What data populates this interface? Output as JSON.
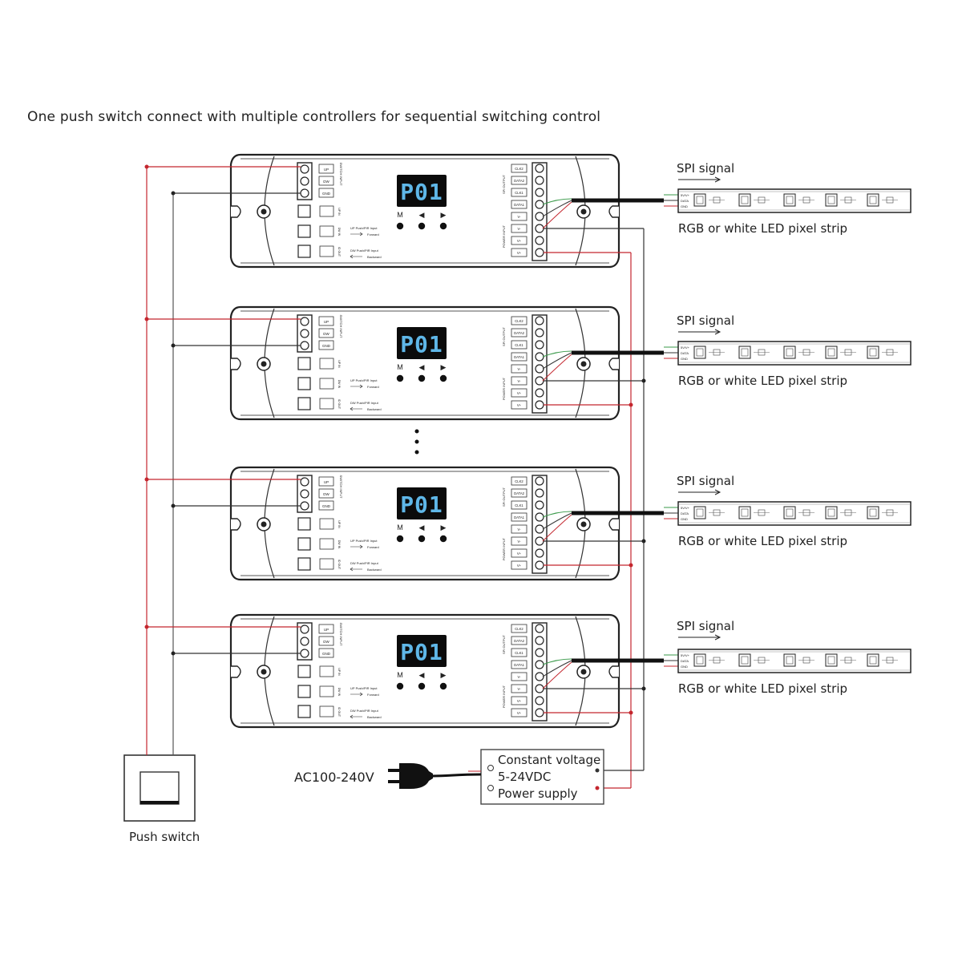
{
  "title": "One push switch connect with multiple controllers for sequential switching control",
  "controllers": [
    {
      "display": "P01",
      "spi_label": "SPI signal",
      "strip_label": "RGB or white LED pixel strip"
    },
    {
      "display": "P01",
      "spi_label": "SPI signal",
      "strip_label": "RGB or white LED pixel strip"
    },
    {
      "display": "P01",
      "spi_label": "SPI signal",
      "strip_label": "RGB or white LED pixel strip"
    },
    {
      "display": "P01",
      "spi_label": "SPI signal",
      "strip_label": "RGB or white LED pixel strip"
    }
  ],
  "controller_text": {
    "buttons": [
      "M",
      "◀",
      "▶"
    ],
    "left_terminals": [
      "UP",
      "DW",
      "GND"
    ],
    "right_terminals": [
      "CLK2",
      "DATA2",
      "CLK1",
      "DATA1",
      "V-",
      "V-",
      "V+",
      "V+"
    ],
    "left_side_label": "SWITCH INPUT",
    "spi_side_label": "SPI OUTPUT",
    "power_side_label": "POWER INPUT",
    "conn_labels": [
      "UP IN",
      "DW IN",
      "ID OUT"
    ],
    "up_input": "UP Push/PIR Input",
    "forward": "Forward",
    "dw_input": "DW Push/PIR Input",
    "backward": "Backward"
  },
  "strip_pad_labels": [
    "5V/V+",
    "DATA",
    "GND"
  ],
  "power_supply": {
    "line1": "Constant voltage",
    "line2": "5-24VDC",
    "line3": "Power supply"
  },
  "ac_label": "AC100-240V",
  "push_switch_label": "Push switch",
  "colors": {
    "red_wire": "#c4262e",
    "black_wire": "#222222",
    "green_wire": "#3a9a4a",
    "display_bg": "#0b0b0b",
    "display_text": "#5fb7e8"
  }
}
